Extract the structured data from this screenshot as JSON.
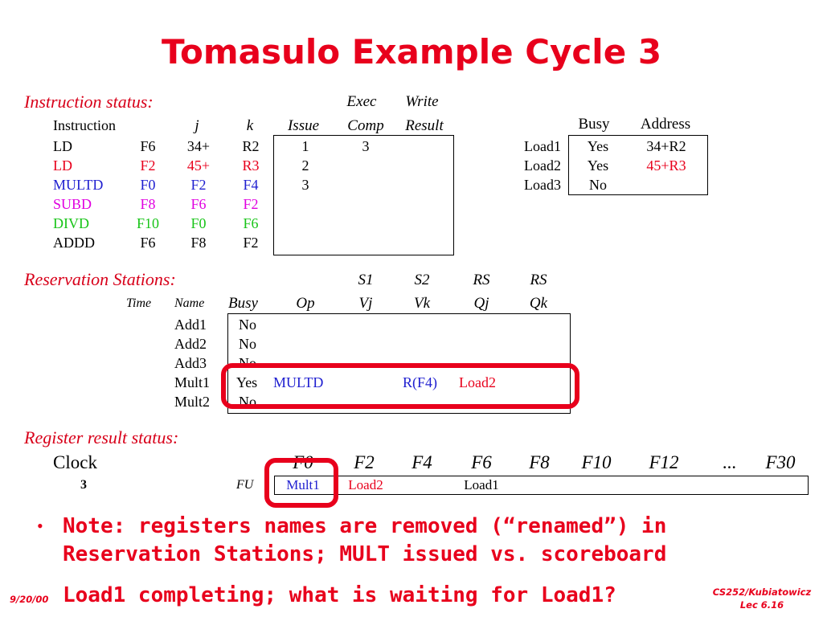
{
  "slide": {
    "title": "Tomasulo Example Cycle 3"
  },
  "instruction_status": {
    "section_label": "Instruction status:",
    "header_top": {
      "exec": "Exec",
      "write": "Write"
    },
    "header": {
      "instruction": "Instruction",
      "j": "j",
      "k": "k",
      "issue": "Issue",
      "comp": "Comp",
      "result": "Result"
    },
    "rows": [
      {
        "op": "LD",
        "dest": "F6",
        "j": "34+",
        "k": "R2",
        "issue": "1",
        "comp": "3",
        "result": ""
      },
      {
        "op": "LD",
        "dest": "F2",
        "j": "45+",
        "k": "R3",
        "issue": "2",
        "comp": "",
        "result": ""
      },
      {
        "op": "MULTD",
        "dest": "F0",
        "j": "F2",
        "k": "F4",
        "issue": "3",
        "comp": "",
        "result": ""
      },
      {
        "op": "SUBD",
        "dest": "F8",
        "j": "F6",
        "k": "F2",
        "issue": "",
        "comp": "",
        "result": ""
      },
      {
        "op": "DIVD",
        "dest": "F10",
        "j": "F0",
        "k": "F6",
        "issue": "",
        "comp": "",
        "result": ""
      },
      {
        "op": "ADDD",
        "dest": "F6",
        "j": "F8",
        "k": "F2",
        "issue": "",
        "comp": "",
        "result": ""
      }
    ],
    "row_colors": [
      "#000000",
      "#e8001c",
      "#1f1fd0",
      "#e000e0",
      "#18c418",
      "#000000"
    ]
  },
  "load_buffers": {
    "header": {
      "busy": "Busy",
      "address": "Address"
    },
    "rows": [
      {
        "name": "Load1",
        "busy": "Yes",
        "address": "34+R2"
      },
      {
        "name": "Load2",
        "busy": "Yes",
        "address": "45+R3"
      },
      {
        "name": "Load3",
        "busy": "No",
        "address": ""
      }
    ]
  },
  "reservation_stations": {
    "section_label": "Reservation Stations:",
    "header_top": {
      "s1": "S1",
      "s2": "S2",
      "rs1": "RS",
      "rs2": "RS"
    },
    "header": {
      "time": "Time",
      "name": "Name",
      "busy": "Busy",
      "op": "Op",
      "vj": "Vj",
      "vk": "Vk",
      "qj": "Qj",
      "qk": "Qk"
    },
    "rows": [
      {
        "time": "",
        "name": "Add1",
        "busy": "No",
        "op": "",
        "vj": "",
        "vk": "",
        "qj": "",
        "qk": ""
      },
      {
        "time": "",
        "name": "Add2",
        "busy": "No",
        "op": "",
        "vj": "",
        "vk": "",
        "qj": "",
        "qk": ""
      },
      {
        "time": "",
        "name": "Add3",
        "busy": "No",
        "op": "",
        "vj": "",
        "vk": "",
        "qj": "",
        "qk": ""
      },
      {
        "time": "",
        "name": "Mult1",
        "busy": "Yes",
        "op": "MULTD",
        "vj": "",
        "vk": "R(F4)",
        "qj": "Load2",
        "qk": ""
      },
      {
        "time": "",
        "name": "Mult2",
        "busy": "No",
        "op": "",
        "vj": "",
        "vk": "",
        "qj": "",
        "qk": ""
      }
    ]
  },
  "register_status": {
    "section_label": "Register result status:",
    "clock_label": "Clock",
    "clock_value": "3",
    "fu_label": "FU",
    "registers": [
      "F0",
      "F2",
      "F4",
      "F6",
      "F8",
      "F10",
      "F12",
      "...",
      "F30"
    ],
    "values": [
      "Mult1",
      "Load2",
      "",
      "Load1",
      "",
      "",
      "",
      "",
      ""
    ]
  },
  "notes": {
    "line1": "Note: registers names are removed (“renamed”) in",
    "line2": "Reservation Stations; MULT issued vs. scoreboard",
    "line3": "Load1 completing; what is waiting for Load1?"
  },
  "footer": {
    "date": "9/20/00",
    "course": "CS252/Kubiatowicz",
    "lecture": "Lec 6.16"
  },
  "colors": {
    "accent_red": "#e8001c",
    "blue": "#1f1fd0",
    "magenta": "#e000e0",
    "green": "#18c418"
  }
}
